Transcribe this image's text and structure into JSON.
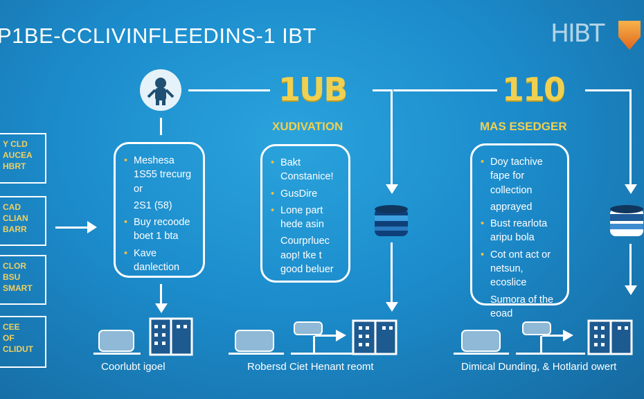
{
  "header": {
    "title": "P1BE-CCLIVINFLEEDINS-1 IBT",
    "logo_text": "HIBT"
  },
  "left_boxes": [
    {
      "lines": [
        "Y CLD",
        "AUCEA",
        "HBRT"
      ]
    },
    {
      "lines": [
        "CAD",
        "CLIAN",
        "BARR"
      ]
    },
    {
      "lines": [
        "CLOR",
        "BSU",
        "SMART"
      ]
    },
    {
      "lines": [
        "CEE",
        "OF",
        "CLIDUT"
      ]
    }
  ],
  "columns": [
    {
      "heading": "",
      "subheading": "",
      "items": [
        {
          "text": "Meshesa 1S55 trecurg or",
          "bullet": true
        },
        {
          "text": "2S1 (58)",
          "bullet": false
        },
        {
          "text": "Buy recoode boet 1 bta",
          "bullet": true
        },
        {
          "text": "Kave danlection",
          "bullet": true
        }
      ],
      "caption": "Coorlubt igoel"
    },
    {
      "heading": "1UB",
      "subheading": "XUDIVATION",
      "items": [
        {
          "text": "Bakt Constanice!",
          "bullet": true
        },
        {
          "text": "GusDire",
          "bullet": true
        },
        {
          "text": "Lone part hede asin",
          "bullet": true
        },
        {
          "text": "Courprluec aop! tke t good beluer",
          "bullet": false
        }
      ],
      "caption": "Robersd Ciet Henant reomt"
    },
    {
      "heading": "110",
      "subheading": "MAS ESEDGER",
      "items": [
        {
          "text": "Doy tachive fape for collection",
          "bullet": true
        },
        {
          "text": "apprayed",
          "bullet": false
        },
        {
          "text": "Bust rearlota aripu bola",
          "bullet": true
        },
        {
          "text": "Cot ont act or netsun, ecoslice",
          "bullet": true
        },
        {
          "text": "Sumora of the eoad",
          "bullet": false
        }
      ],
      "caption": "Dimical Dunding, & Hotlarid owert"
    }
  ],
  "colors": {
    "accent": "#f0d050",
    "background": "#1c8ccc"
  }
}
